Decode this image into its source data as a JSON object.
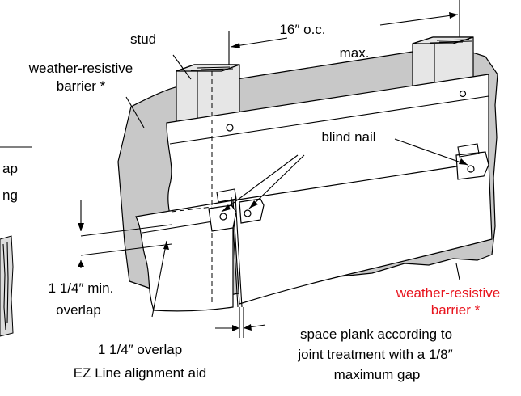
{
  "labels": {
    "stud": "stud",
    "spacing_line1": "16″ o.c.",
    "spacing_line2": "max.",
    "wrb_left_line1": "weather-resistive",
    "wrb_left_line2": "barrier *",
    "blind_nail": "blind nail",
    "min_overlap_line1": "1 1/4″ min.",
    "min_overlap_line2": "overlap",
    "wrb_right_line1": "weather-resistive",
    "wrb_right_line2": "barrier *",
    "overlap_aid_line1": "1 1/4″ overlap",
    "overlap_aid_line2": "EZ Line alignment aid",
    "gap_line1": "space plank according to",
    "gap_line2": "joint treatment with a 1/8″",
    "gap_line3": "maximum gap",
    "inset_fragment1": "ap",
    "inset_fragment2": "ng"
  },
  "colors": {
    "barrier_fill": "#c8c8c8",
    "stud_fill": "#e6e6e6",
    "plank_fill": "#ffffff",
    "highlight_red": "#e8141e",
    "ink": "#000000"
  }
}
